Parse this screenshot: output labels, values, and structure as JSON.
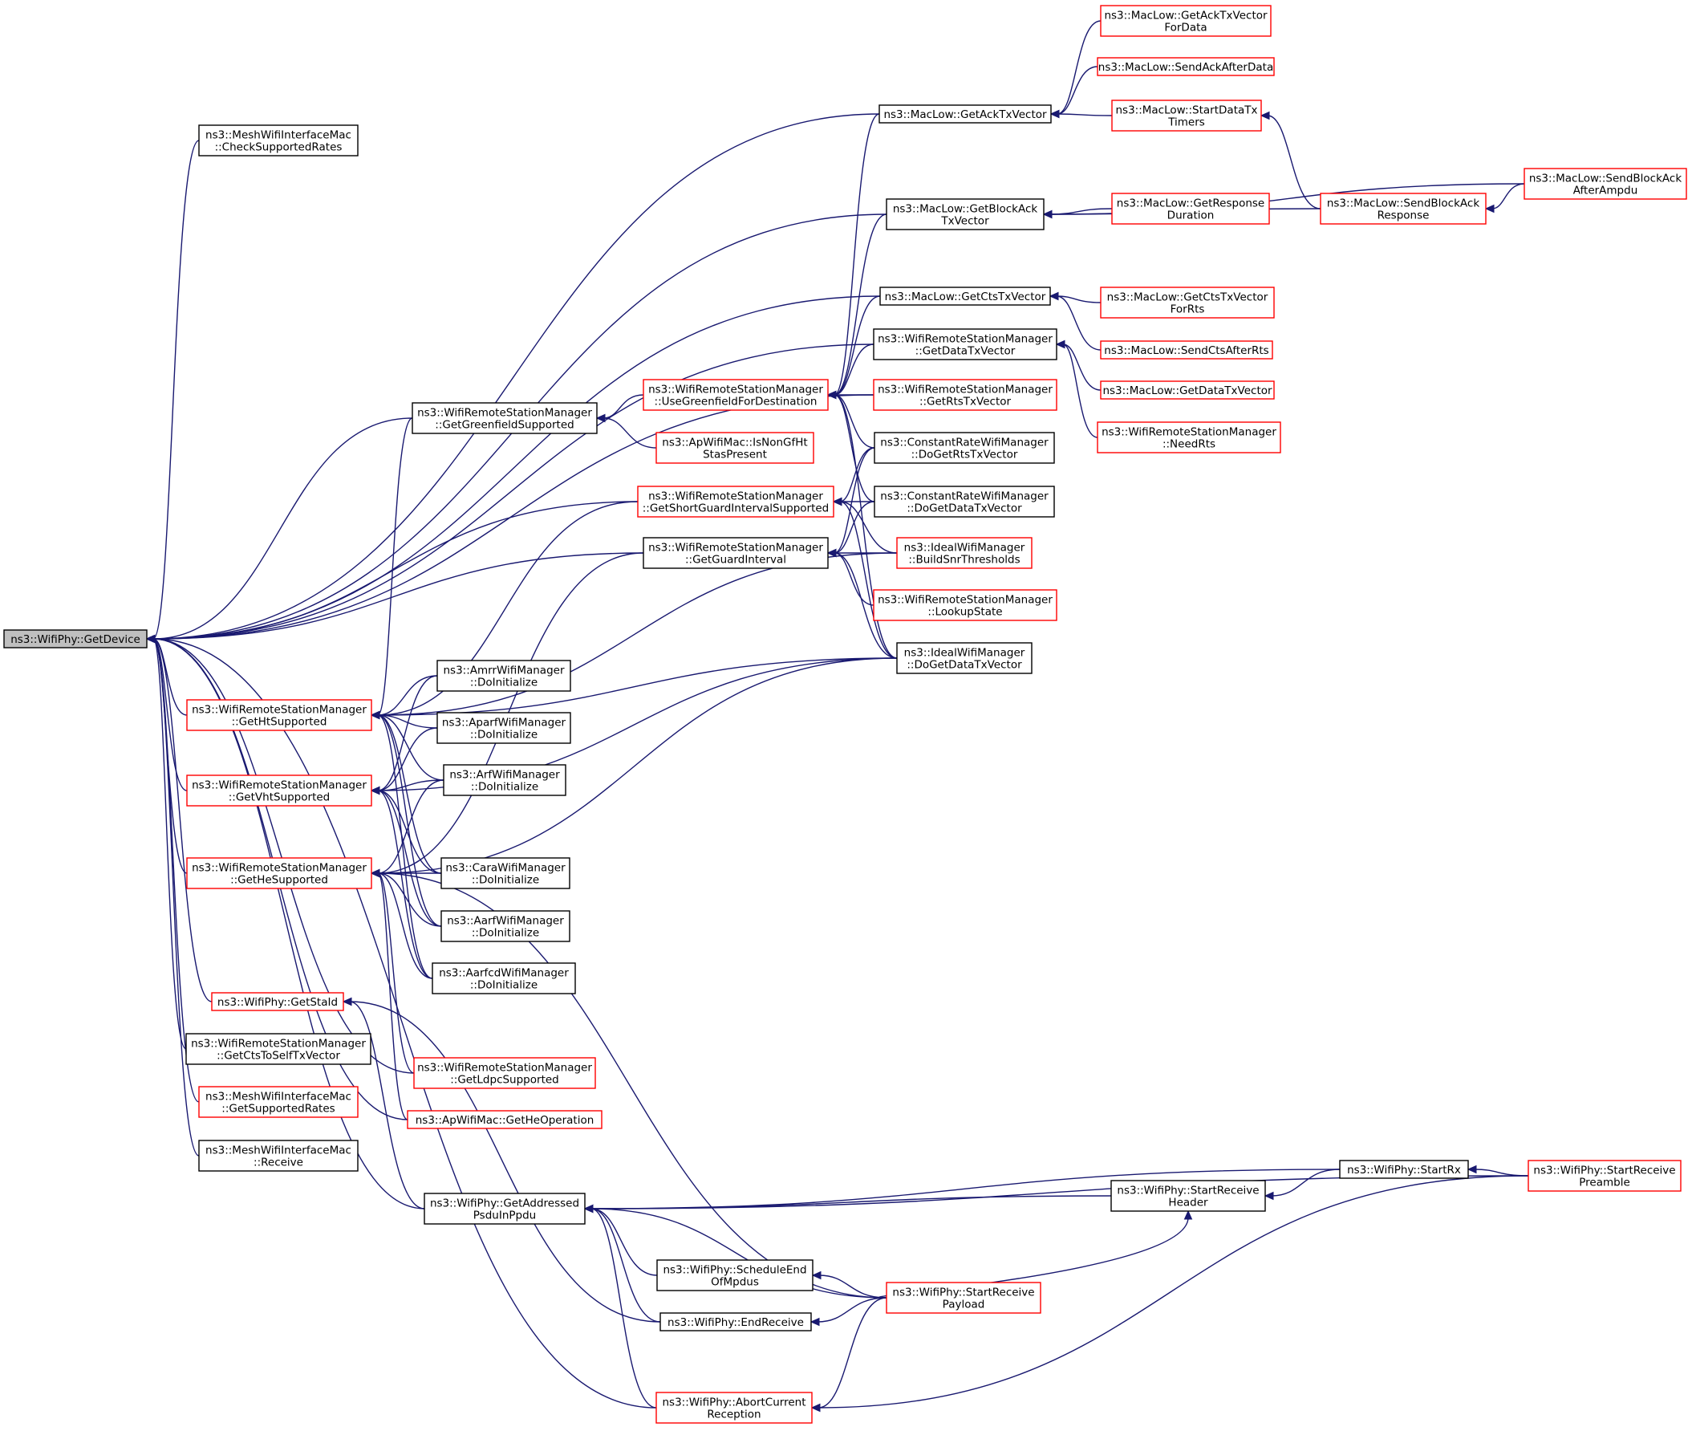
{
  "nodes": [
    {
      "id": "root",
      "lines": [
        "ns3::WifiPhy::GetDevice"
      ],
      "style": "root"
    },
    {
      "id": "meshCheck",
      "lines": [
        "ns3::MeshWifiInterfaceMac",
        "::CheckSupportedRates"
      ],
      "style": "black"
    },
    {
      "id": "getAck",
      "lines": [
        "ns3::MacLow::GetAckTxVector"
      ],
      "style": "black"
    },
    {
      "id": "getAckData",
      "lines": [
        "ns3::MacLow::GetAckTxVector",
        "ForData"
      ],
      "style": "red"
    },
    {
      "id": "sendAckAfter",
      "lines": [
        "ns3::MacLow::SendAckAfterData"
      ],
      "style": "red"
    },
    {
      "id": "startDataTx",
      "lines": [
        "ns3::MacLow::StartDataTx",
        "Timers"
      ],
      "style": "red"
    },
    {
      "id": "getBlockAck",
      "lines": [
        "ns3::MacLow::GetBlockAck",
        "TxVector"
      ],
      "style": "black"
    },
    {
      "id": "getRespDur",
      "lines": [
        "ns3::MacLow::GetResponse",
        "Duration"
      ],
      "style": "red"
    },
    {
      "id": "sendBlockResp",
      "lines": [
        "ns3::MacLow::SendBlockAck",
        "Response"
      ],
      "style": "red"
    },
    {
      "id": "sendBlockAmpdu",
      "lines": [
        "ns3::MacLow::SendBlockAck",
        "AfterAmpdu"
      ],
      "style": "red"
    },
    {
      "id": "getCts",
      "lines": [
        "ns3::MacLow::GetCtsTxVector"
      ],
      "style": "black"
    },
    {
      "id": "getCtsRts",
      "lines": [
        "ns3::MacLow::GetCtsTxVector",
        "ForRts"
      ],
      "style": "red"
    },
    {
      "id": "sendCtsAfter",
      "lines": [
        "ns3::MacLow::SendCtsAfterRts"
      ],
      "style": "red"
    },
    {
      "id": "rsmGetData",
      "lines": [
        "ns3::WifiRemoteStationManager",
        "::GetDataTxVector"
      ],
      "style": "black"
    },
    {
      "id": "macGetData",
      "lines": [
        "ns3::MacLow::GetDataTxVector"
      ],
      "style": "red"
    },
    {
      "id": "rsmNeedRts",
      "lines": [
        "ns3::WifiRemoteStationManager",
        "::NeedRts"
      ],
      "style": "red"
    },
    {
      "id": "useGreen",
      "lines": [
        "ns3::WifiRemoteStationManager",
        "::UseGreenfieldForDestination"
      ],
      "style": "red"
    },
    {
      "id": "rsmGetRts",
      "lines": [
        "ns3::WifiRemoteStationManager",
        "::GetRtsTxVector"
      ],
      "style": "red"
    },
    {
      "id": "getGreen",
      "lines": [
        "ns3::WifiRemoteStationManager",
        "::GetGreenfieldSupported"
      ],
      "style": "black"
    },
    {
      "id": "apNonGf",
      "lines": [
        "ns3::ApWifiMac::IsNonGfHt",
        "StasPresent"
      ],
      "style": "red"
    },
    {
      "id": "crDoRts",
      "lines": [
        "ns3::ConstantRateWifiManager",
        "::DoGetRtsTxVector"
      ],
      "style": "black"
    },
    {
      "id": "getSgi",
      "lines": [
        "ns3::WifiRemoteStationManager",
        "::GetShortGuardIntervalSupported"
      ],
      "style": "red"
    },
    {
      "id": "crDoData",
      "lines": [
        "ns3::ConstantRateWifiManager",
        "::DoGetDataTxVector"
      ],
      "style": "black"
    },
    {
      "id": "getGi",
      "lines": [
        "ns3::WifiRemoteStationManager",
        "::GetGuardInterval"
      ],
      "style": "black"
    },
    {
      "id": "idealBuild",
      "lines": [
        "ns3::IdealWifiManager",
        "::BuildSnrThresholds"
      ],
      "style": "red"
    },
    {
      "id": "lookup",
      "lines": [
        "ns3::WifiRemoteStationManager",
        "::LookupState"
      ],
      "style": "red"
    },
    {
      "id": "idealDoData",
      "lines": [
        "ns3::IdealWifiManager",
        "::DoGetDataTxVector"
      ],
      "style": "black"
    },
    {
      "id": "getHt",
      "lines": [
        "ns3::WifiRemoteStationManager",
        "::GetHtSupported"
      ],
      "style": "red"
    },
    {
      "id": "getVht",
      "lines": [
        "ns3::WifiRemoteStationManager",
        "::GetVhtSupported"
      ],
      "style": "red"
    },
    {
      "id": "getHe",
      "lines": [
        "ns3::WifiRemoteStationManager",
        "::GetHeSupported"
      ],
      "style": "red"
    },
    {
      "id": "amrr",
      "lines": [
        "ns3::AmrrWifiManager",
        "::DoInitialize"
      ],
      "style": "black"
    },
    {
      "id": "aparf",
      "lines": [
        "ns3::AparfWifiManager",
        "::DoInitialize"
      ],
      "style": "black"
    },
    {
      "id": "arf",
      "lines": [
        "ns3::ArfWifiManager",
        "::DoInitialize"
      ],
      "style": "black"
    },
    {
      "id": "cara",
      "lines": [
        "ns3::CaraWifiManager",
        "::DoInitialize"
      ],
      "style": "black"
    },
    {
      "id": "aarf",
      "lines": [
        "ns3::AarfWifiManager",
        "::DoInitialize"
      ],
      "style": "black"
    },
    {
      "id": "aarfcd",
      "lines": [
        "ns3::AarfcdWifiManager",
        "::DoInitialize"
      ],
      "style": "black"
    },
    {
      "id": "getStaId",
      "lines": [
        "ns3::WifiPhy::GetStaId"
      ],
      "style": "red"
    },
    {
      "id": "ctsToSelf",
      "lines": [
        "ns3::WifiRemoteStationManager",
        "::GetCtsToSelfTxVector"
      ],
      "style": "black"
    },
    {
      "id": "meshSupRates",
      "lines": [
        "ns3::MeshWifiInterfaceMac",
        "::GetSupportedRates"
      ],
      "style": "red"
    },
    {
      "id": "meshReceive",
      "lines": [
        "ns3::MeshWifiInterfaceMac",
        "::Receive"
      ],
      "style": "black"
    },
    {
      "id": "getLdpc",
      "lines": [
        "ns3::WifiRemoteStationManager",
        "::GetLdpcSupported"
      ],
      "style": "red"
    },
    {
      "id": "apHeOp",
      "lines": [
        "ns3::ApWifiMac::GetHeOperation"
      ],
      "style": "red"
    },
    {
      "id": "getAddr",
      "lines": [
        "ns3::WifiPhy::GetAddressed",
        "PsduInPpdu"
      ],
      "style": "black"
    },
    {
      "id": "schedEnd",
      "lines": [
        "ns3::WifiPhy::ScheduleEnd",
        "OfMpdus"
      ],
      "style": "black"
    },
    {
      "id": "endRecv",
      "lines": [
        "ns3::WifiPhy::EndReceive"
      ],
      "style": "black"
    },
    {
      "id": "abortCur",
      "lines": [
        "ns3::WifiPhy::AbortCurrent",
        "Reception"
      ],
      "style": "red"
    },
    {
      "id": "startRecvPay",
      "lines": [
        "ns3::WifiPhy::StartReceive",
        "Payload"
      ],
      "style": "red"
    },
    {
      "id": "startRecvHdr",
      "lines": [
        "ns3::WifiPhy::StartReceive",
        "Header"
      ],
      "style": "black"
    },
    {
      "id": "startRx",
      "lines": [
        "ns3::WifiPhy::StartRx"
      ],
      "style": "black"
    },
    {
      "id": "startRecvPre",
      "lines": [
        "ns3::WifiPhy::StartReceive",
        "Preamble"
      ],
      "style": "red"
    }
  ],
  "edges": [
    [
      "root",
      "meshCheck"
    ],
    [
      "root",
      "getAck"
    ],
    [
      "root",
      "getBlockAck"
    ],
    [
      "root",
      "getCts"
    ],
    [
      "root",
      "rsmGetData"
    ],
    [
      "root",
      "rsmGetRts"
    ],
    [
      "root",
      "getGreen"
    ],
    [
      "root",
      "getSgi"
    ],
    [
      "root",
      "getGi"
    ],
    [
      "root",
      "getHt"
    ],
    [
      "root",
      "getVht"
    ],
    [
      "root",
      "getHe"
    ],
    [
      "root",
      "getStaId"
    ],
    [
      "root",
      "ctsToSelf"
    ],
    [
      "root",
      "meshSupRates"
    ],
    [
      "root",
      "meshReceive"
    ],
    [
      "root",
      "getLdpc"
    ],
    [
      "root",
      "apHeOp"
    ],
    [
      "root",
      "getAddr"
    ],
    [
      "root",
      "abortCur"
    ],
    [
      "getAck",
      "getAckData"
    ],
    [
      "getAck",
      "sendAckAfter"
    ],
    [
      "getAck",
      "startDataTx"
    ],
    [
      "getBlockAck",
      "getRespDur"
    ],
    [
      "getBlockAck",
      "sendBlockResp"
    ],
    [
      "getBlockAck",
      "sendBlockAmpdu"
    ],
    [
      "sendBlockResp",
      "sendBlockAmpdu"
    ],
    [
      "startDataTx",
      "sendBlockResp"
    ],
    [
      "getCts",
      "getCtsRts"
    ],
    [
      "getCts",
      "sendCtsAfter"
    ],
    [
      "rsmGetData",
      "macGetData"
    ],
    [
      "rsmGetData",
      "rsmNeedRts"
    ],
    [
      "useGreen",
      "getAck"
    ],
    [
      "useGreen",
      "getBlockAck"
    ],
    [
      "useGreen",
      "getCts"
    ],
    [
      "useGreen",
      "rsmGetData"
    ],
    [
      "useGreen",
      "rsmGetRts"
    ],
    [
      "useGreen",
      "crDoRts"
    ],
    [
      "useGreen",
      "crDoData"
    ],
    [
      "useGreen",
      "idealDoData"
    ],
    [
      "getGreen",
      "useGreen"
    ],
    [
      "getGreen",
      "apNonGf"
    ],
    [
      "getSgi",
      "crDoRts"
    ],
    [
      "getSgi",
      "crDoData"
    ],
    [
      "getSgi",
      "idealBuild"
    ],
    [
      "getSgi",
      "idealDoData"
    ],
    [
      "getGi",
      "crDoRts"
    ],
    [
      "getGi",
      "crDoData"
    ],
    [
      "getGi",
      "idealBuild"
    ],
    [
      "getGi",
      "lookup"
    ],
    [
      "getGi",
      "idealDoData"
    ],
    [
      "getHt",
      "getGreen"
    ],
    [
      "getHt",
      "getSgi"
    ],
    [
      "getHt",
      "idealBuild"
    ],
    [
      "getHt",
      "idealDoData"
    ],
    [
      "getHt",
      "amrr"
    ],
    [
      "getHt",
      "aparf"
    ],
    [
      "getHt",
      "arf"
    ],
    [
      "getHt",
      "cara"
    ],
    [
      "getHt",
      "aarf"
    ],
    [
      "getHt",
      "aarfcd"
    ],
    [
      "getVht",
      "amrr"
    ],
    [
      "getVht",
      "aparf"
    ],
    [
      "getVht",
      "arf"
    ],
    [
      "getVht",
      "cara"
    ],
    [
      "getVht",
      "aarf"
    ],
    [
      "getVht",
      "aarfcd"
    ],
    [
      "getVht",
      "idealDoData"
    ],
    [
      "getHe",
      "arf"
    ],
    [
      "getHe",
      "cara"
    ],
    [
      "getHe",
      "aarf"
    ],
    [
      "getHe",
      "aarfcd"
    ],
    [
      "getHe",
      "getLdpc"
    ],
    [
      "getHe",
      "apHeOp"
    ],
    [
      "getHe",
      "idealDoData"
    ],
    [
      "getHe",
      "getGi"
    ],
    [
      "getHe",
      "startRecvPay"
    ],
    [
      "getStaId",
      "getAddr"
    ],
    [
      "getStaId",
      "endRecv"
    ],
    [
      "getAddr",
      "schedEnd"
    ],
    [
      "getAddr",
      "endRecv"
    ],
    [
      "getAddr",
      "startRecvPay"
    ],
    [
      "getAddr",
      "abortCur"
    ],
    [
      "getAddr",
      "startRecvHdr"
    ],
    [
      "getAddr",
      "startRx"
    ],
    [
      "getAddr",
      "startRecvPre"
    ],
    [
      "schedEnd",
      "startRecvPay"
    ],
    [
      "endRecv",
      "startRecvPay"
    ],
    [
      "startRecvHdr",
      "startRx"
    ],
    [
      "startRecvHdr",
      "startRecvPay"
    ],
    [
      "startRx",
      "startRecvPre"
    ],
    [
      "abortCur",
      "startRecvPay"
    ],
    [
      "abortCur",
      "startRecvPre"
    ]
  ],
  "colors": {
    "edge": "#191970",
    "root_fill": "#bfbfbf",
    "black_border": "#000000",
    "red_border": "#ff0000",
    "node_fill": "#ffffff"
  }
}
